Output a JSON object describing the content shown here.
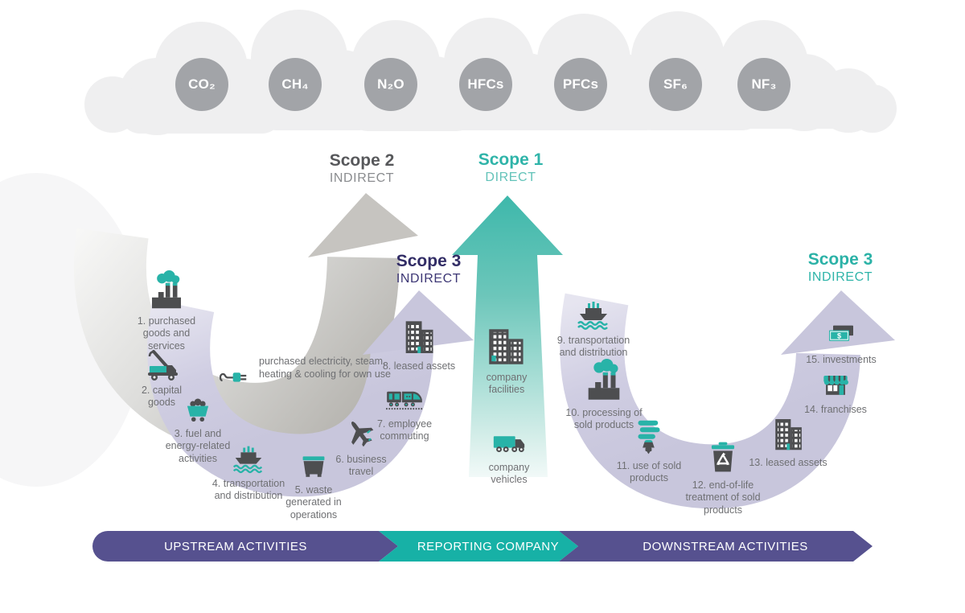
{
  "gases": [
    {
      "label": "CO₂"
    },
    {
      "label": "CH₄"
    },
    {
      "label": "N₂O"
    },
    {
      "label": "HFCs"
    },
    {
      "label": "PFCs"
    },
    {
      "label": "SF₆"
    },
    {
      "label": "NF₃"
    }
  ],
  "scopes": {
    "scope2": {
      "title": "Scope 2",
      "subtitle": "INDIRECT"
    },
    "scope1": {
      "title": "Scope 1",
      "subtitle": "DIRECT"
    },
    "scope3_upstream": {
      "title": "Scope 3",
      "subtitle": "INDIRECT"
    },
    "scope3_downstream": {
      "title": "Scope 3",
      "subtitle": "INDIRECT"
    }
  },
  "annotations": {
    "purchased_energy": "purchased electricity, steam, heating & cooling for own use"
  },
  "reporting_company": {
    "facilities": "company facilities",
    "vehicles": "company vehicles"
  },
  "upstream_items": [
    {
      "label": "1. purchased goods and services",
      "icon": "factory"
    },
    {
      "label": "2. capital goods",
      "icon": "crane-truck"
    },
    {
      "label": "3. fuel and energy-related activities",
      "icon": "mine-cart"
    },
    {
      "label": "4. transportation and distribution",
      "icon": "cargo-ship"
    },
    {
      "label": "5. waste generated in operations",
      "icon": "dumpster"
    },
    {
      "label": "6. business travel",
      "icon": "airplane"
    },
    {
      "label": "7. employee commuting",
      "icon": "train"
    },
    {
      "label": "8. leased assets",
      "icon": "office-building"
    }
  ],
  "downstream_items": [
    {
      "label": "9. transportation and distribution",
      "icon": "cargo-ship"
    },
    {
      "label": "10. processing of sold products",
      "icon": "factory"
    },
    {
      "label": "11. use of sold products",
      "icon": "cfl-bulb"
    },
    {
      "label": "12. end-of-life treatment of sold products",
      "icon": "recycle-bin"
    },
    {
      "label": "13. leased assets",
      "icon": "office-building"
    },
    {
      "label": "14. franchises",
      "icon": "storefront"
    },
    {
      "label": "15. investments",
      "icon": "money-bills"
    }
  ],
  "icons_text": {
    "money_symbol": "$"
  },
  "banner": {
    "upstream": "UPSTREAM ACTIVITIES",
    "reporting": "REPORTING COMPANY",
    "downstream": "DOWNSTREAM ACTIVITIES"
  },
  "colors": {
    "teal": "#28b3a8",
    "purple": "#56518f",
    "lavender": "#c8c6dc",
    "gray_arrow": "#b3b1ac",
    "icon_dark": "#4d4e50",
    "gas_circle": "#a2a4a8",
    "cloud": "#efeff0"
  }
}
